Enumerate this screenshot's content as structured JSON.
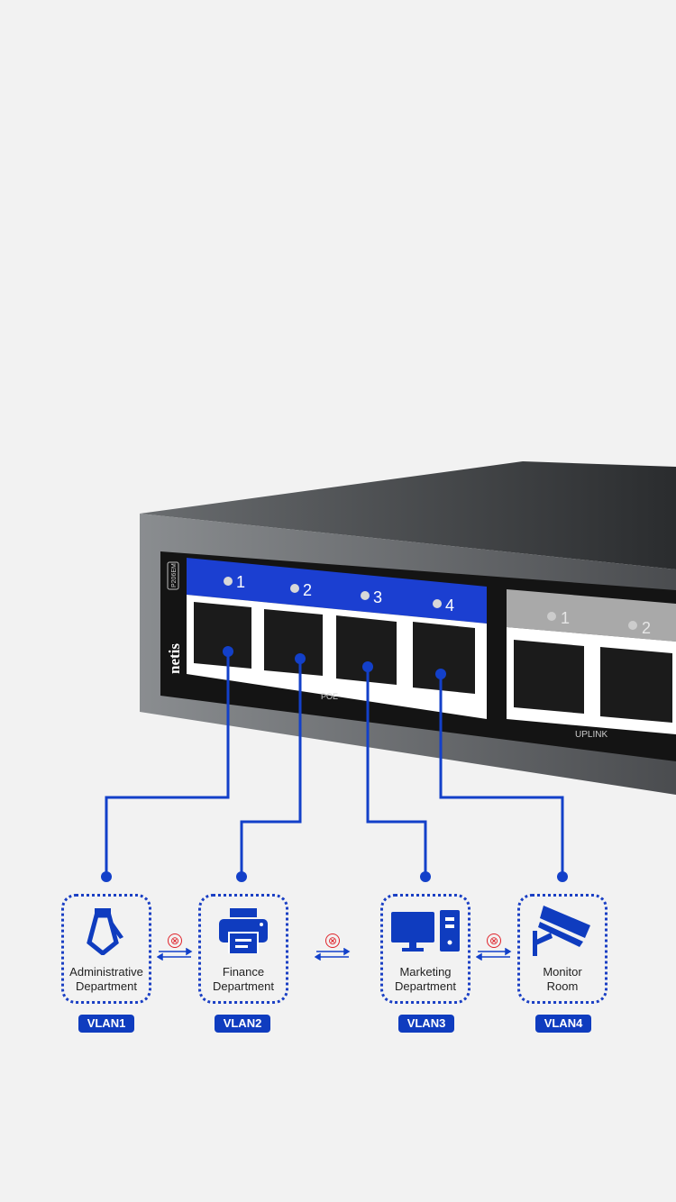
{
  "switch": {
    "brand": "netis",
    "model": "P206EM",
    "poe_ports": [
      "1",
      "2",
      "3",
      "4"
    ],
    "poe_label": "POE",
    "uplink_ports": [
      "1",
      "2"
    ],
    "uplink_label": "UPLINK"
  },
  "departments": [
    {
      "name_line1": "Administrative",
      "name_line2": "Department",
      "vlan": "VLAN1",
      "icon": "tie-icon"
    },
    {
      "name_line1": "Finance",
      "name_line2": "Department",
      "vlan": "VLAN2",
      "icon": "printer-icon"
    },
    {
      "name_line1": "Marketing",
      "name_line2": "Department",
      "vlan": "VLAN3",
      "icon": "computer-icon"
    },
    {
      "name_line1": "Monitor",
      "name_line2": "Room",
      "vlan": "VLAN4",
      "icon": "camera-icon"
    }
  ],
  "isolation_symbol": "⊗",
  "colors": {
    "accent": "#0f3cbf",
    "blocked": "#e0242b",
    "background": "#f2f2f2"
  }
}
